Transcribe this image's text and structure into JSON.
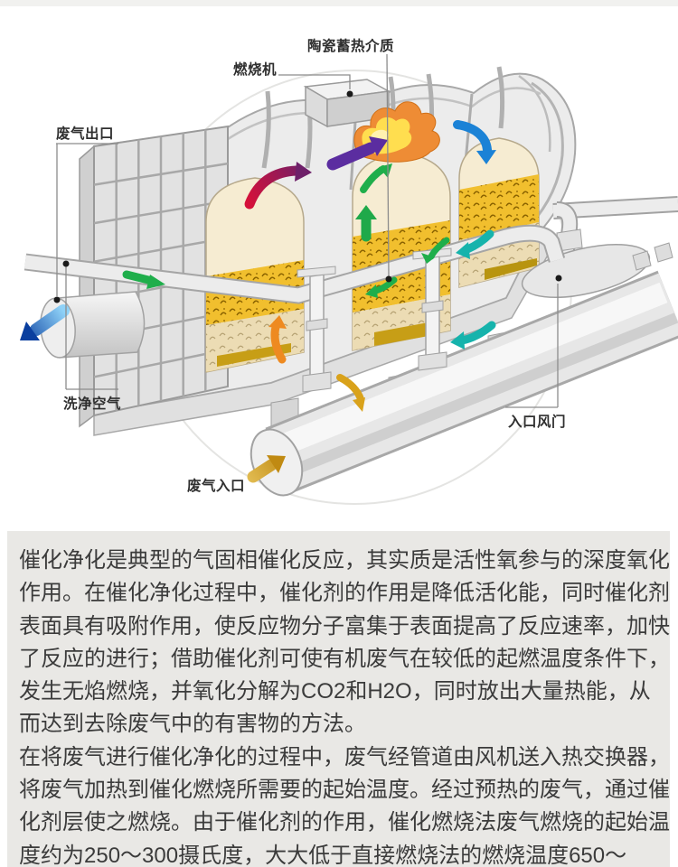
{
  "diagram": {
    "labels": {
      "ceramic_media": "陶瓷蓄热介质",
      "burner": "燃烧机",
      "exhaust_outlet": "废气出口",
      "clean_air": "洗净空气",
      "inlet_damper": "入口风门",
      "waste_gas_inlet": "废气入口"
    },
    "colors": {
      "machine_gray": "#ececec",
      "media_gold": "#f1bf2e",
      "media_tan": "#ecdcb4",
      "flame_orange": "#ee8c30",
      "flame_yellow": "#ffde4f",
      "arrow_green": "#1fae4b",
      "arrow_purple": "#5b2da0",
      "arrow_blue": "#1b82d6",
      "arrow_teal": "#16b3ac",
      "arrow_red": "#d5103a",
      "arrow_orange": "#ee8a20",
      "arrow_gold": "#d9a21b",
      "outlet_blue_dark": "#0a3f9f"
    }
  },
  "article": {
    "lines": [
      "催化净化是典型的气固相催化反应，其实质是活性氧参与的深度氧化",
      "作用。在催化净化过程中，催化剂的作用是降低活化能，同时催化剂",
      "表面具有吸附作用，使反应物分子富集于表面提高了反应速率，加快",
      "了反应的进行；借助催化剂可使有机废气在较低的起燃温度条件下，",
      "发生无焰燃烧，并氧化分解为CO2和H2O，同时放出大量热能，从",
      "而达到去除废气中的有害物的方法。",
      "在将废气进行催化净化的过程中，废气经管道由风机送入热交换器，",
      "将废气加热到催化燃烧所需要的起始温度。经过预热的废气，通过催",
      "化剂层使之燃烧。由于催化剂的作用，催化燃烧法废气燃烧的起始温",
      "度约为250～300摄氏度，大大低于直接燃烧法的燃烧温度650～"
    ]
  }
}
